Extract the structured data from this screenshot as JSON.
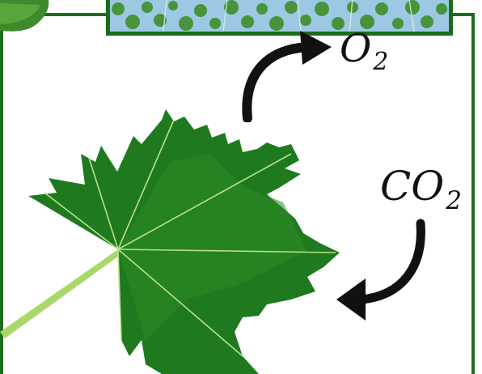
{
  "labels": {
    "oxygen_main": "O",
    "oxygen_sub": "2",
    "carbon_dioxide_main": "CO",
    "carbon_dioxide_sub": "2"
  },
  "colors": {
    "frame": "#1e6e1e",
    "leaf": "#1f7a1f",
    "leaf_light": "#4aa32e",
    "vein": "#b8e08a",
    "arrow": "#111111",
    "cells": "#3f8f2a",
    "cell_background": "#a9d0e8"
  }
}
